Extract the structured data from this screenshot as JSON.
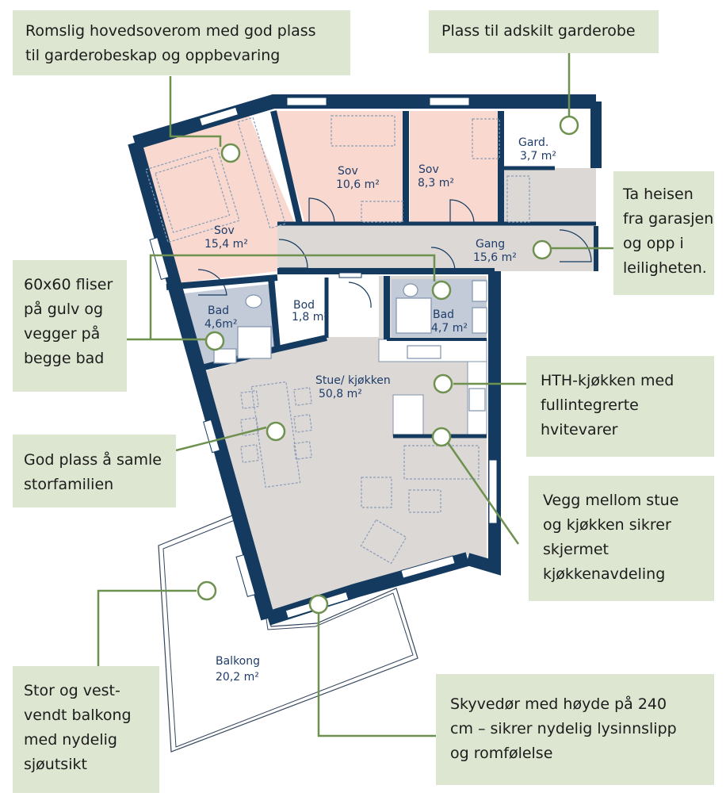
{
  "colors": {
    "wall": "#143a60",
    "bedroom": "#f9d9cf",
    "common": "#dcd8d5",
    "bath": "#c4cbd8",
    "callout_bg": "#dde6d0",
    "leader": "#6f9150",
    "label_text": "#1f3d6b"
  },
  "rooms": {
    "sov_main": {
      "name": "Sov",
      "area": "15,4 m²"
    },
    "sov_2": {
      "name": "Sov",
      "area": "10,6 m²"
    },
    "sov_3": {
      "name": "Sov",
      "area": "8,3 m²"
    },
    "gard": {
      "name": "Gard.",
      "area": "3,7 m²"
    },
    "gang": {
      "name": "Gang",
      "area": "15,6 m²"
    },
    "bad_1": {
      "name": "Bad",
      "area": "4,6m²"
    },
    "bod": {
      "name": "Bod",
      "area": "1,8 m²"
    },
    "bad_2": {
      "name": "Bad",
      "area": "4,7 m²"
    },
    "stue": {
      "name": "Stue/ kjøkken",
      "area": "50,8 m²"
    },
    "balkong": {
      "name": "Balkong",
      "area": "20,2 m²"
    }
  },
  "callouts": {
    "hovedsoverom": [
      "Romslig hovedsoverom med god plass",
      "til garderobeskap og oppbevaring"
    ],
    "garderobe": [
      "Plass til adskilt garderobe"
    ],
    "heis": [
      "Ta heisen",
      "fra garasjen",
      "og opp i",
      "leiligheten."
    ],
    "fliser": [
      "60x60 fliser",
      "på gulv og",
      "vegger på",
      "begge bad"
    ],
    "kjokken": [
      "HTH-kjøkken med",
      "fullintegrerte",
      "hvitevarer"
    ],
    "storfamilien": [
      "God plass å samle",
      "storfamilien"
    ],
    "vegg": [
      "Vegg mellom stue",
      "og kjøkken sikrer",
      "skjermet",
      "kjøkkenavdeling"
    ],
    "balkong": [
      "Stor og vest-",
      "vendt balkong",
      "med nydelig",
      "sjøutsikt"
    ],
    "skyvedor": [
      "Skyvedør  med høyde på 240",
      "cm – sikrer nydelig lysinnslipp",
      "og romfølelse"
    ]
  }
}
